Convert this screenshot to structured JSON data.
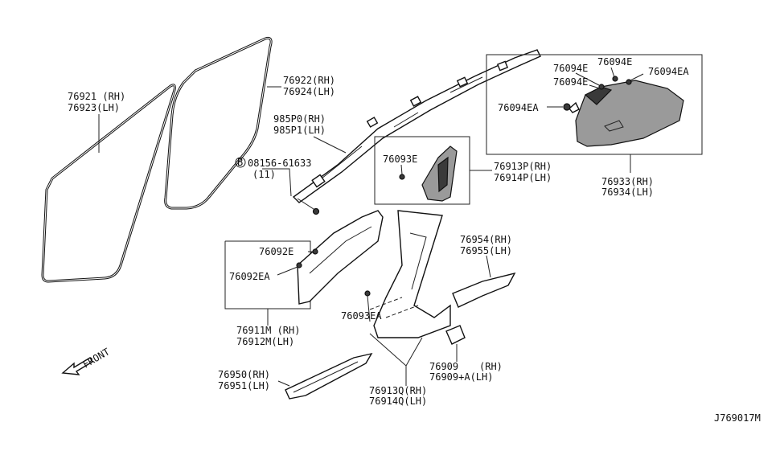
{
  "labels": {
    "l_76921": "76921 (RH)",
    "l_76923": "76923(LH)",
    "l_76922": "76922(RH)",
    "l_76924": "76924(LH)",
    "l_985P0": "985P0(RH)",
    "l_985P1": "985P1(LH)",
    "l_bolt_symbol": "B",
    "l_08156": "08156-61633",
    "l_08156_qty": "(11)",
    "l_76094E_a": "76094E",
    "l_76094E_b": "76094E",
    "l_76094E_c": "76094E",
    "l_76094EA_a": "76094EA",
    "l_76094EA_b": "76094EA",
    "l_76933": "76933(RH)",
    "l_76934": "76934(LH)",
    "l_76093E": "76093E",
    "l_76913P": "76913P(RH)",
    "l_76914P": "76914P(LH)",
    "l_76092E": "76092E",
    "l_76092EA": "76092EA",
    "l_76911M": "76911M (RH)",
    "l_76912M": "76912M(LH)",
    "l_76954": "76954(RH)",
    "l_76955": "76955(LH)",
    "l_76093EA": "76093EA",
    "l_76909": "76909",
    "l_76909_rh": "(RH)",
    "l_76909A": "76909+A(LH)",
    "l_76913Q": "76913Q(RH)",
    "l_76914Q": "76914Q(LH)",
    "l_76950": "76950(RH)",
    "l_76951": "76951(LH)",
    "l_front": "FRONT",
    "l_diagram_id": "J769017M"
  },
  "icons": {
    "front_arrow": "arrow-left-down-icon",
    "bolt_marker": "circled-b-icon"
  }
}
